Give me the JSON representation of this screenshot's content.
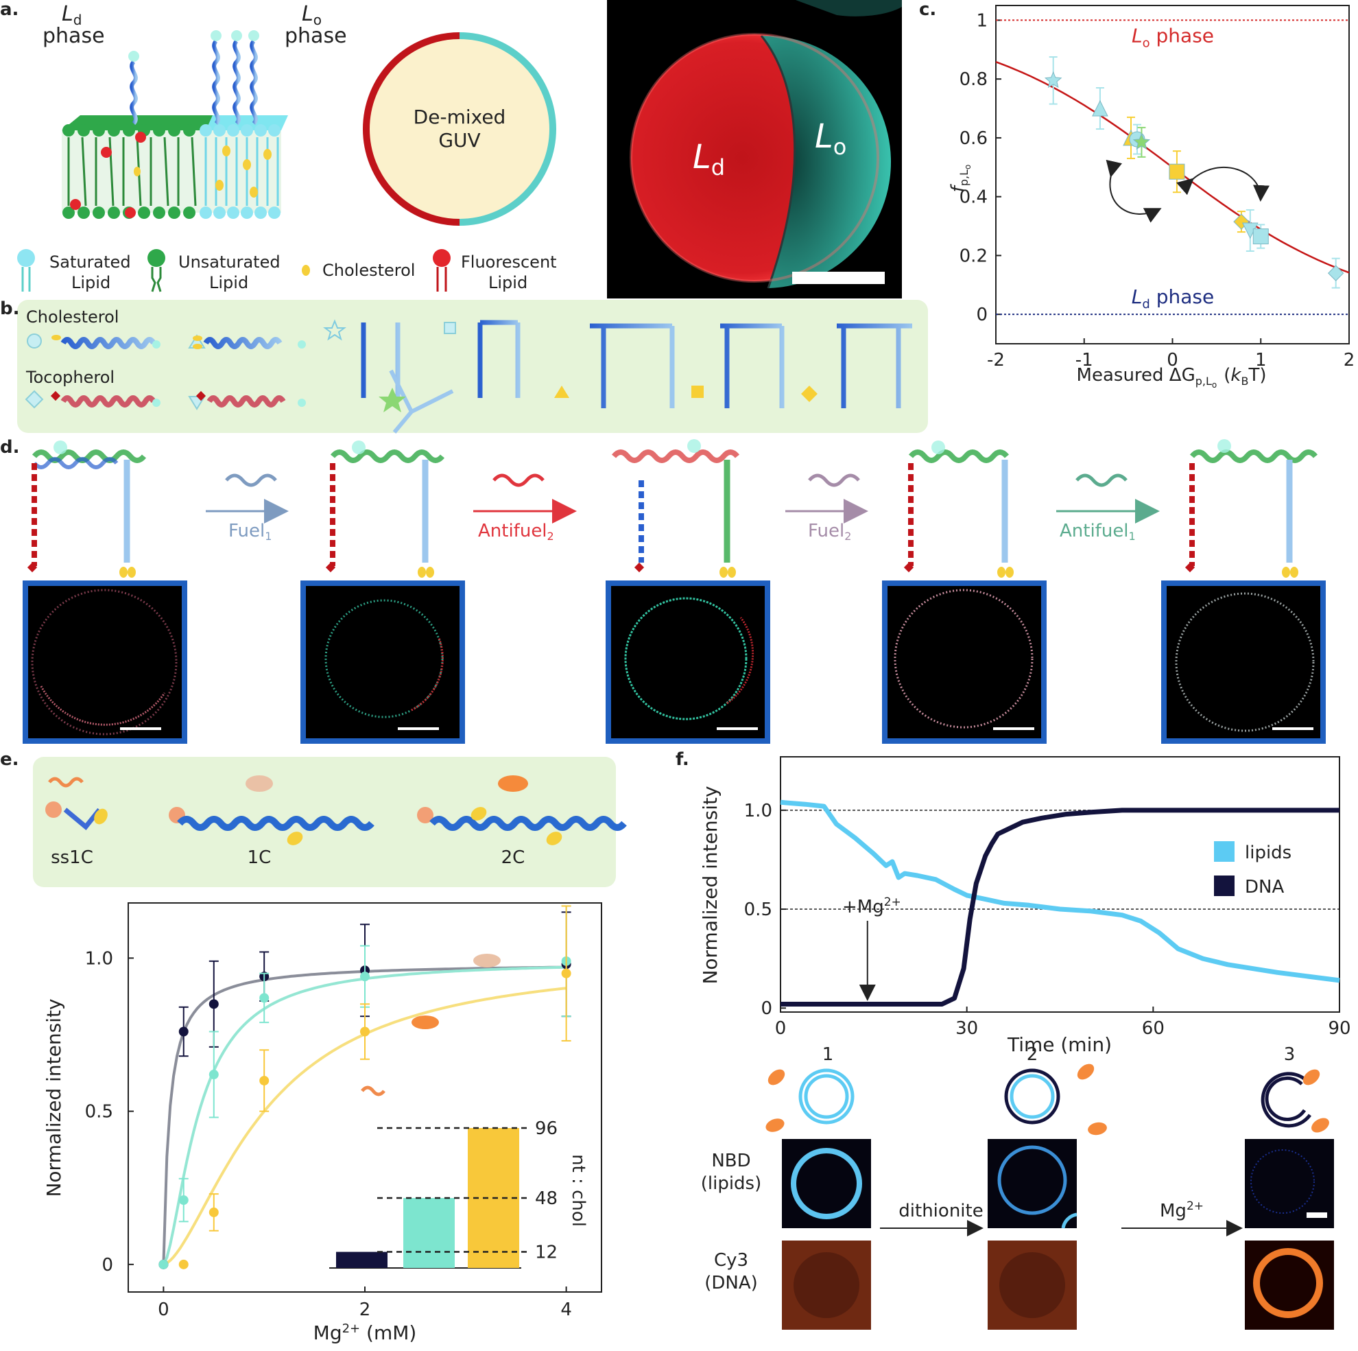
{
  "figure": {
    "panel_a": {
      "label": "a.",
      "ld_phase_l1": "L",
      "ld_phase_sub": "d",
      "ld_phase_l2": "phase",
      "lo_phase_l1": "L",
      "lo_phase_sub": "o",
      "lo_phase_l2": "phase",
      "guv_l1": "De-mixed",
      "guv_l2": "GUV",
      "micro_ld": "L",
      "micro_ld_sub": "d",
      "micro_lo": "L",
      "micro_lo_sub": "o",
      "legend": [
        {
          "l1": "Saturated",
          "l2": "Lipid"
        },
        {
          "l1": "Unsaturated",
          "l2": "Lipid"
        },
        {
          "l1": "Cholesterol",
          "l2": ""
        },
        {
          "l1": "Fluorescent",
          "l2": "Lipid"
        }
      ],
      "colors": {
        "ld": "#c0141a",
        "lo": "#5ccfc9",
        "guv_fill": "#fbf1cc"
      }
    },
    "panel_b": {
      "label": "b.",
      "cholesterol": "Cholesterol",
      "tocopherol": "Tocopherol"
    },
    "panel_d": {
      "label": "d.",
      "arrows": [
        {
          "text": "Fuel",
          "sub": "1",
          "color": "#7e9bc0"
        },
        {
          "text": "Antifuel",
          "sub": "2",
          "color": "#e0353d"
        },
        {
          "text": "Fuel",
          "sub": "2",
          "color": "#a58ca8"
        },
        {
          "text": "Antifuel",
          "sub": "1",
          "color": "#5bab8e"
        }
      ],
      "frame_color": "#1f5fbf"
    },
    "panel_e": {
      "label": "e.",
      "constructs": [
        "ss1C",
        "1C",
        "2C"
      ],
      "inset_ticks": [
        "96",
        "48",
        "12"
      ],
      "inset_axis": "nt : chol"
    },
    "panel_f": {
      "label": "f.",
      "mg_annotation": "+Mg",
      "mg_sup": "2+",
      "legend": [
        {
          "label": "lipids",
          "color": "#5ccbf3"
        },
        {
          "label": "DNA",
          "color": "#13133d"
        }
      ],
      "steps": [
        "1",
        "2",
        "3"
      ],
      "row_labels": [
        {
          "l1": "NBD",
          "l2": "(lipids)"
        },
        {
          "l1": "Cy3",
          "l2": "(DNA)"
        }
      ],
      "step_arrows": [
        {
          "text": "dithionite",
          "sup": ""
        },
        {
          "text": "Mg",
          "sup": "2+"
        }
      ]
    }
  },
  "chart_data": [
    {
      "id": "c",
      "type": "line",
      "panel": "c.",
      "xlabel": "Measured ΔG",
      "xlabel_sub": "p,L",
      "xlabel_subsub": "o",
      "xlabel_unit_pre": "(",
      "xlabel_unit_k": "k",
      "xlabel_unit_ksub": "B",
      "xlabel_unit_post": "T)",
      "ylabel": "f",
      "ylabel_sub": "p,L",
      "ylabel_subsub": "o",
      "xlim": [
        -2,
        2
      ],
      "ylim": [
        -0.1,
        1.05
      ],
      "xticks": [
        "-2",
        "-1",
        "0",
        "1",
        "2"
      ],
      "yticks": [
        "0",
        "0.2",
        "0.4",
        "0.6",
        "0.8",
        "1"
      ],
      "hlines": [
        {
          "y": 1,
          "label": "L",
          "label_sub": "o",
          "label_post": " phase",
          "color": "#d42a2a"
        },
        {
          "y": 0,
          "label": "L",
          "label_sub": "d",
          "label_post": " phase",
          "color": "#1d2d80"
        }
      ],
      "fit_color": "#c51616",
      "points": [
        {
          "x": -1.35,
          "y": 0.795,
          "err": 0.08,
          "marker": "star",
          "color": "#a8e3ea"
        },
        {
          "x": -0.82,
          "y": 0.7,
          "err": 0.07,
          "marker": "triangle",
          "color": "#a8e3ea"
        },
        {
          "x": -0.47,
          "y": 0.6,
          "err": 0.07,
          "marker": "triangle",
          "color": "#f7cf35"
        },
        {
          "x": -0.4,
          "y": 0.595,
          "err": 0.05,
          "marker": "circle",
          "color": "#a8e3ea"
        },
        {
          "x": -0.35,
          "y": 0.585,
          "err": 0.05,
          "marker": "star",
          "color": "#8bd773"
        },
        {
          "x": 0.05,
          "y": 0.485,
          "err": 0.07,
          "marker": "square",
          "color": "#f7cf35"
        },
        {
          "x": 0.78,
          "y": 0.315,
          "err": 0.035,
          "marker": "diamond",
          "color": "#f7cf35"
        },
        {
          "x": 0.88,
          "y": 0.285,
          "err": 0.07,
          "marker": "invtriangle",
          "color": "#a8e3ea"
        },
        {
          "x": 1.0,
          "y": 0.265,
          "err": 0.04,
          "marker": "square",
          "color": "#a8e3ea"
        },
        {
          "x": 1.85,
          "y": 0.14,
          "err": 0.05,
          "marker": "diamond",
          "color": "#a8e3ea"
        }
      ]
    },
    {
      "id": "e",
      "type": "scatter",
      "panel": "e.",
      "xlabel": "Mg",
      "xlabel_sup": "2+",
      "xlabel_post": " (mM)",
      "ylabel": "Normalized intensity",
      "xlim": [
        -0.35,
        4.35
      ],
      "ylim": [
        -0.09,
        1.18
      ],
      "xticks": [
        "0",
        "2",
        "4"
      ],
      "yticks": [
        "0",
        "0.5",
        "1.0"
      ],
      "series": [
        {
          "color": "#13133d",
          "fit_color": "#8a8d99",
          "x": [
            0,
            0.2,
            0.5,
            1,
            2,
            4
          ],
          "y": [
            0,
            0.76,
            0.85,
            0.94,
            0.96,
            0.98
          ],
          "err": [
            0,
            0.08,
            0.14,
            0.08,
            0.15,
            0.17
          ]
        },
        {
          "color": "#7de5cf",
          "fit_color": "#94e6d3",
          "x": [
            0,
            0.2,
            0.5,
            1,
            2,
            4
          ],
          "y": [
            0,
            0.21,
            0.62,
            0.87,
            0.94,
            0.99
          ],
          "err": [
            0,
            0.07,
            0.14,
            0.08,
            0.1,
            0.18
          ]
        },
        {
          "color": "#f8c83a",
          "fit_color": "#f7df7e",
          "x": [
            0.2,
            0.5,
            1,
            2,
            4
          ],
          "y": [
            0,
            0.17,
            0.6,
            0.76,
            0.95
          ],
          "err": [
            0,
            0.06,
            0.1,
            0.09,
            0.22
          ]
        }
      ],
      "inset": {
        "type": "bar",
        "values": [
          12,
          48,
          96
        ],
        "colors": [
          "#13133d",
          "#7de5cf",
          "#f8c83a"
        ]
      }
    },
    {
      "id": "f",
      "type": "line",
      "panel": "f.",
      "xlabel": "Time (min)",
      "ylabel": "Normalized intensity",
      "xlim": [
        0,
        90
      ],
      "ylim": [
        -0.02,
        1.27
      ],
      "xticks": [
        "0",
        "30",
        "60",
        "90"
      ],
      "yticks": [
        "0",
        "0.5",
        "1.0"
      ],
      "hlines": [
        1.0,
        0.5
      ],
      "mg_time": 14,
      "series": [
        {
          "name": "lipids",
          "color": "#5ccbf3",
          "x": [
            0,
            4,
            7,
            9,
            12,
            15,
            17,
            18,
            19,
            20,
            22,
            25,
            28,
            30,
            33,
            36,
            40,
            45,
            50,
            55,
            58,
            61,
            64,
            68,
            72,
            76,
            80,
            85,
            90
          ],
          "y": [
            1.04,
            1.03,
            1.02,
            0.93,
            0.86,
            0.78,
            0.72,
            0.74,
            0.66,
            0.68,
            0.67,
            0.65,
            0.6,
            0.57,
            0.55,
            0.53,
            0.52,
            0.5,
            0.49,
            0.47,
            0.44,
            0.38,
            0.3,
            0.25,
            0.22,
            0.2,
            0.18,
            0.16,
            0.14
          ]
        },
        {
          "name": "DNA",
          "color": "#13133d",
          "x": [
            0,
            14,
            26,
            28,
            29.5,
            30.5,
            31.5,
            33,
            34,
            35,
            37,
            39,
            42,
            46,
            50,
            55,
            60,
            70,
            80,
            90
          ],
          "y": [
            0.02,
            0.02,
            0.02,
            0.05,
            0.2,
            0.45,
            0.63,
            0.77,
            0.83,
            0.88,
            0.91,
            0.94,
            0.96,
            0.98,
            0.99,
            1.0,
            1.0,
            1.0,
            1.0,
            1.0
          ]
        }
      ]
    }
  ]
}
